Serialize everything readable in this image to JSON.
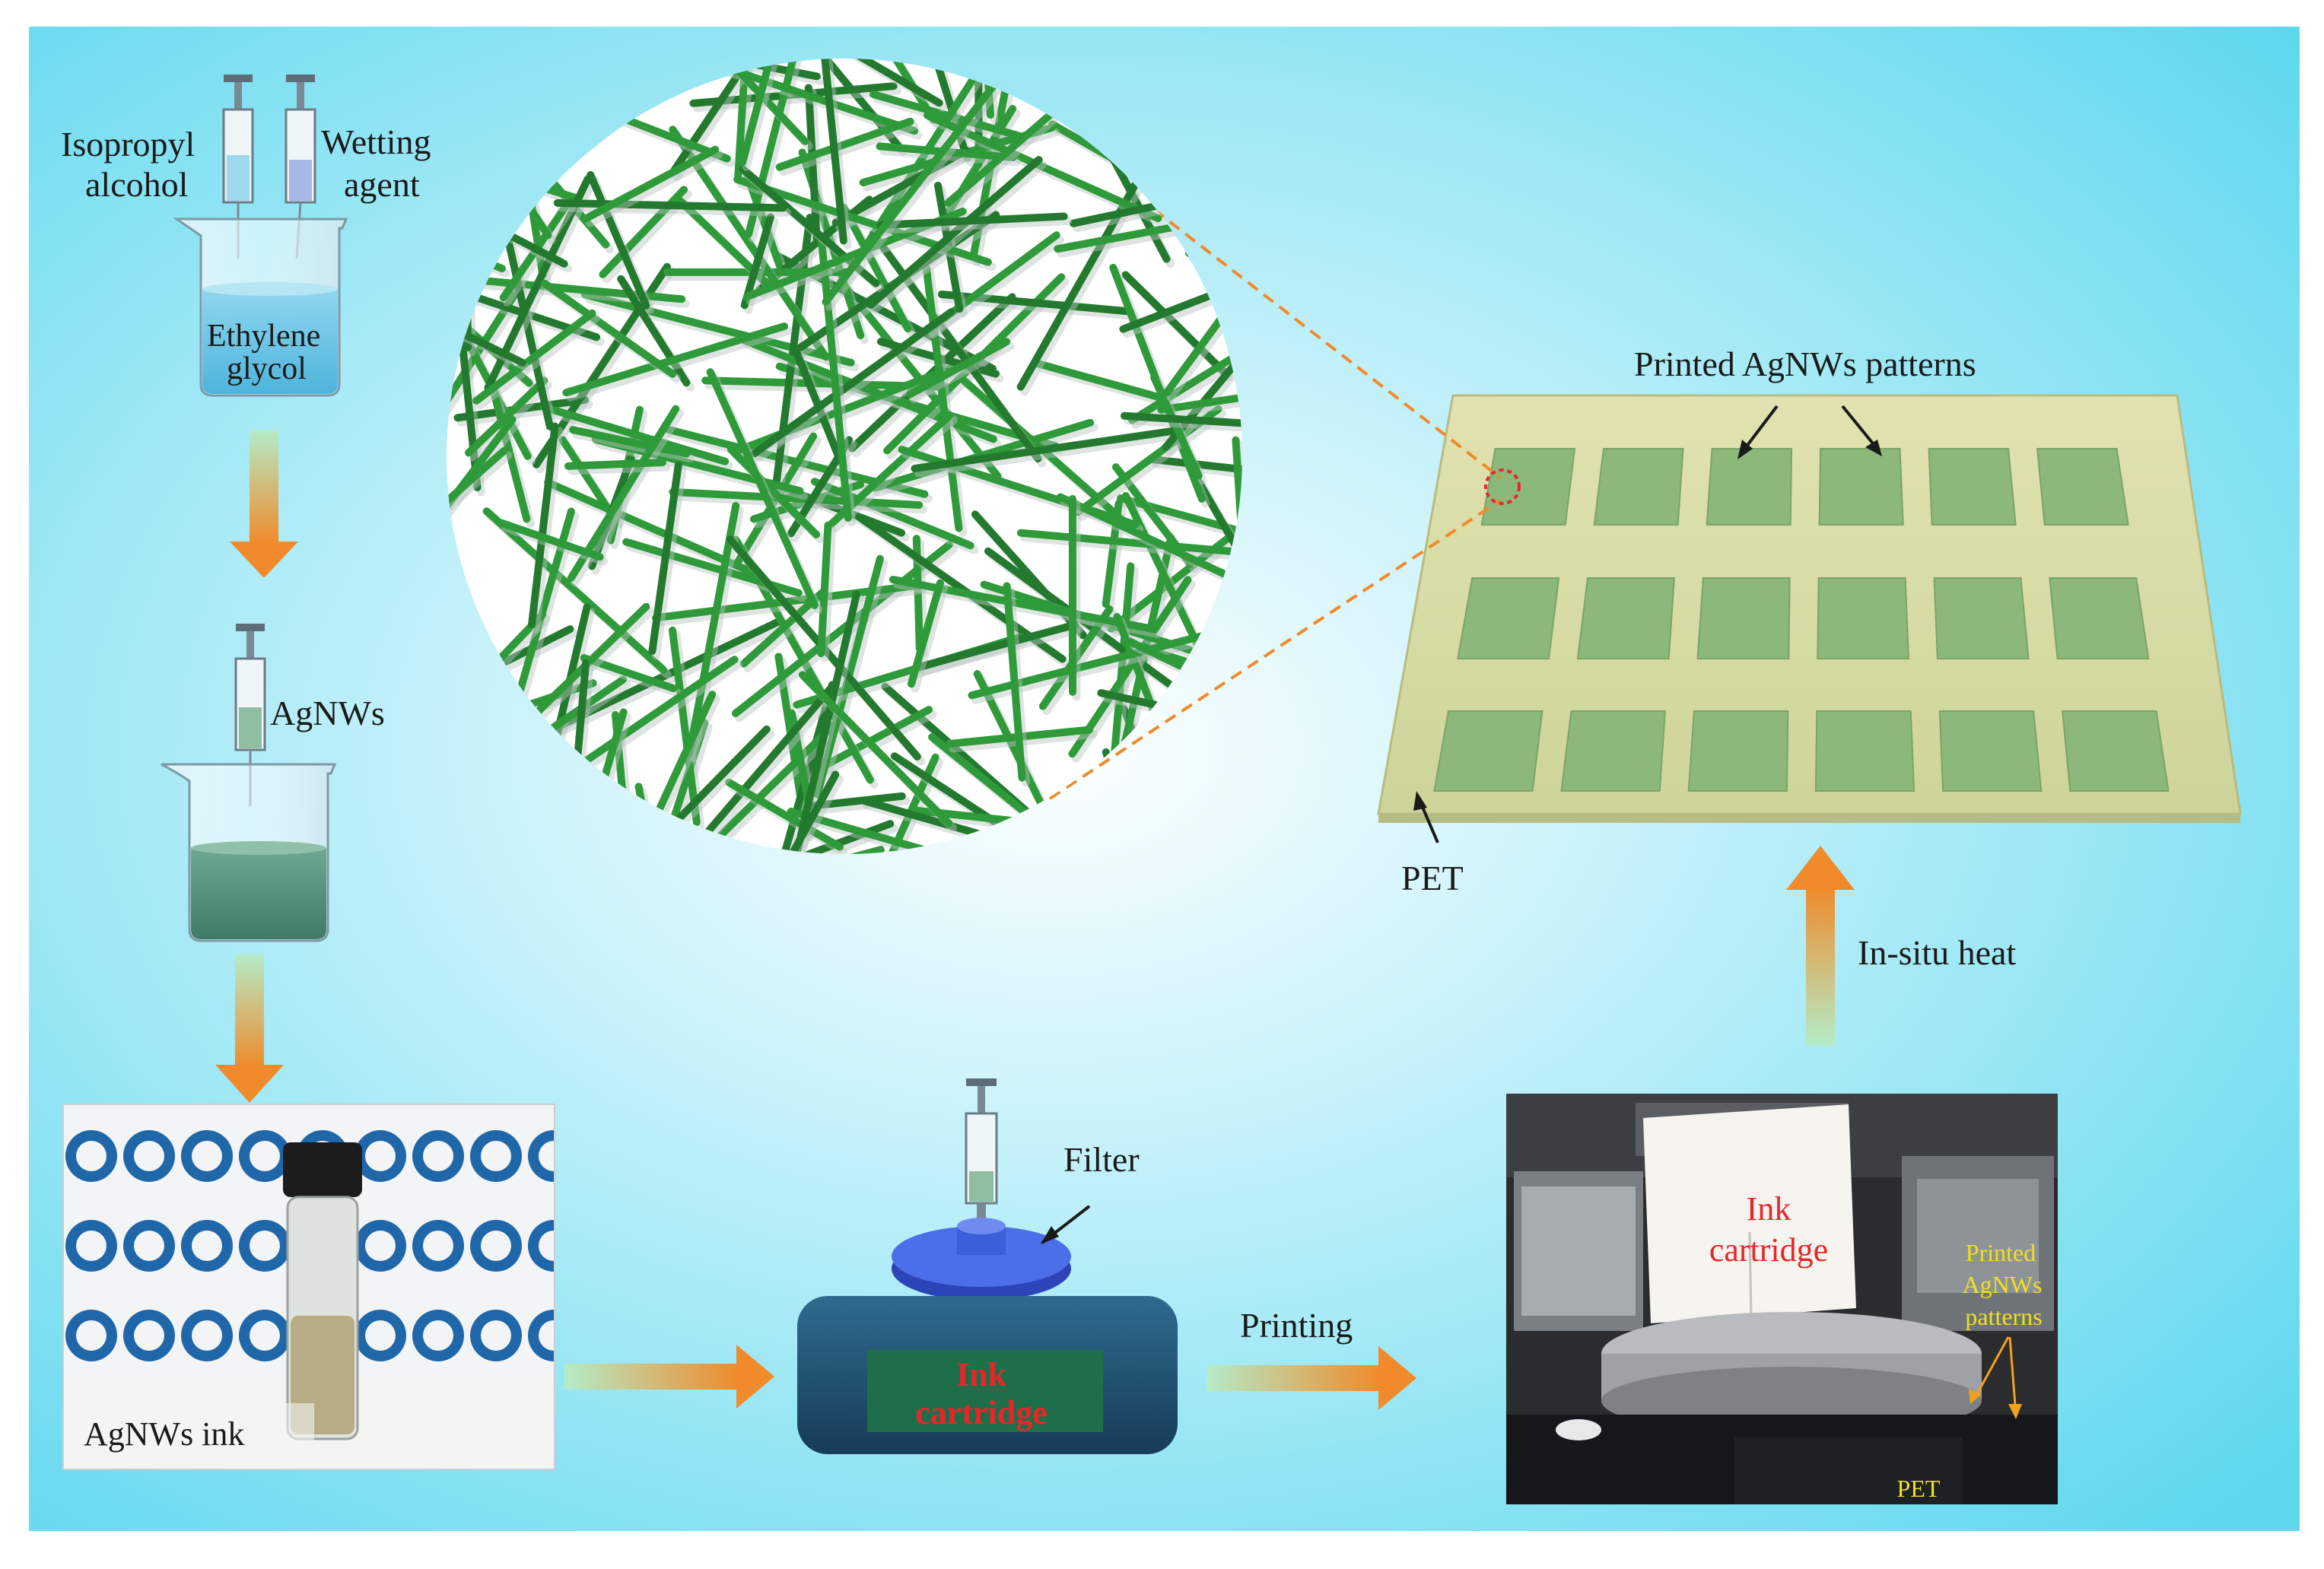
{
  "labels": {
    "isopropyl_1": "Isopropyl",
    "isopropyl_2": "alcohol",
    "wetting_1": "Wetting",
    "wetting_2": "agent",
    "ethylene_1": "Ethylene",
    "ethylene_2": "glycol",
    "agnws": "AgNWs",
    "agnws_ink": "AgNWs ink",
    "filter": "Filter",
    "ink_1": "Ink",
    "ink_2": "cartridge",
    "printing": "Printing",
    "photo_ink_1": "Ink",
    "photo_ink_2": "cartridge",
    "photo_printed_1": "Printed",
    "photo_printed_2": "AgNWs",
    "photo_printed_3": "patterns",
    "photo_pet": "PET",
    "in_situ_heat": "In-situ heat",
    "pet": "PET",
    "printed_patterns": "Printed AgNWs  patterns"
  },
  "colors": {
    "bg_center": "#ffffff",
    "bg_edge": "#5fd8ee",
    "arrow_start": "#a8e8c0",
    "arrow_end": "#f08a2a",
    "nanowire": "#2f9a3a",
    "substrate": "#d8dca0",
    "pattern": "#8cb87a",
    "cartridge_body": "#1f4f6e",
    "cartridge_label": "#1f6e4a",
    "filter": "#3b5fd8",
    "label_red": "#e8262a",
    "label_yellow": "#f2e020"
  },
  "icons": [
    "syringe-icon",
    "beaker-icon",
    "vial-icon",
    "filter-icon",
    "ink-cartridge-icon"
  ]
}
